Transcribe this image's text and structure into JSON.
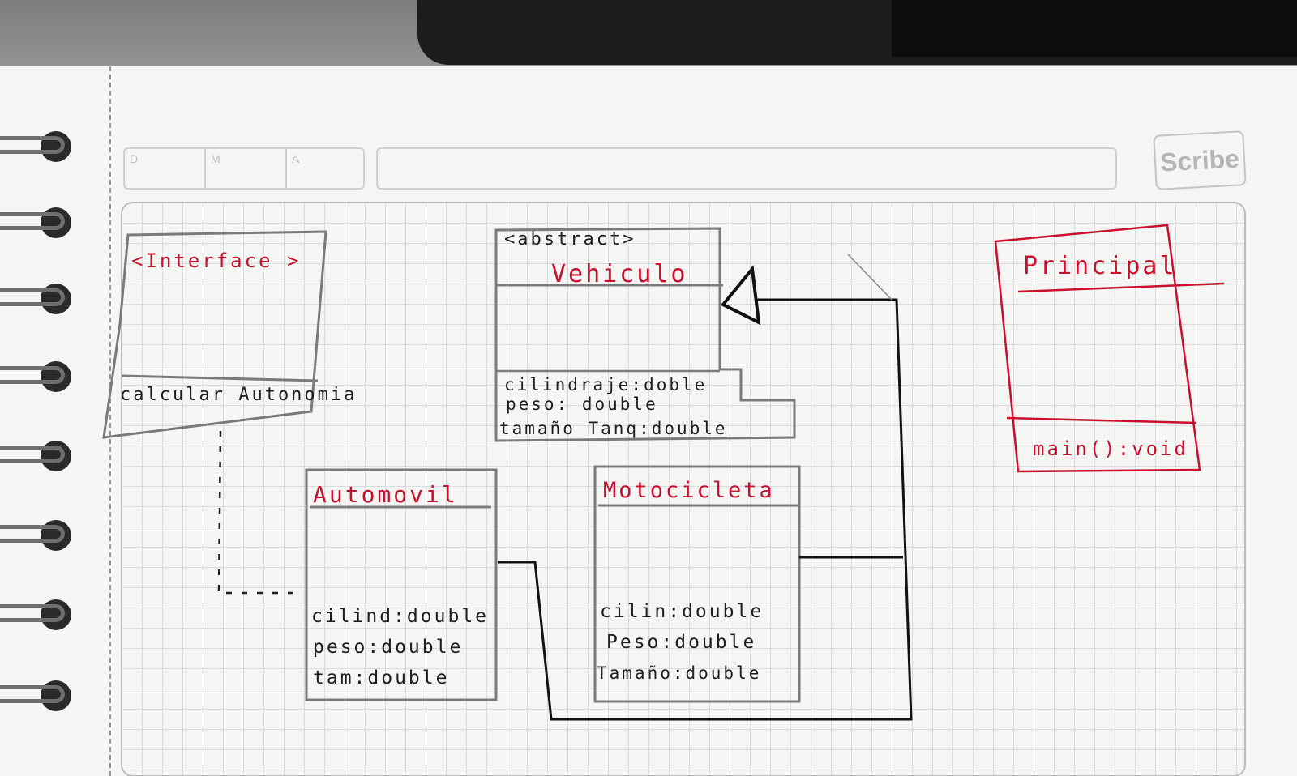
{
  "paper": {
    "date_labels": [
      "D",
      "M",
      "A"
    ],
    "brand": "Scribe",
    "colors": {
      "pencil": "#7a7a7a",
      "ink_red": "#c8102e",
      "ink_black": "#111111",
      "grid": "#c9ced4"
    }
  },
  "diagram": {
    "interface": {
      "stereotype": "<Interface >",
      "method": "calcular Autonomia"
    },
    "vehiculo": {
      "stereotype": "<abstract>",
      "name": "Vehiculo",
      "attributes": [
        "cilindraje:doble",
        "peso: double",
        "tamaño Tanq:double"
      ]
    },
    "automovil": {
      "name": "Automovil",
      "attributes": [
        "cilind:double",
        "peso:double",
        "tam:double"
      ]
    },
    "motocicleta": {
      "name": "Motocicleta",
      "attributes": [
        "cilin:double",
        "Peso:double",
        "Tamaño:double"
      ]
    },
    "principal": {
      "name": "Principal",
      "method": "main():void"
    }
  }
}
